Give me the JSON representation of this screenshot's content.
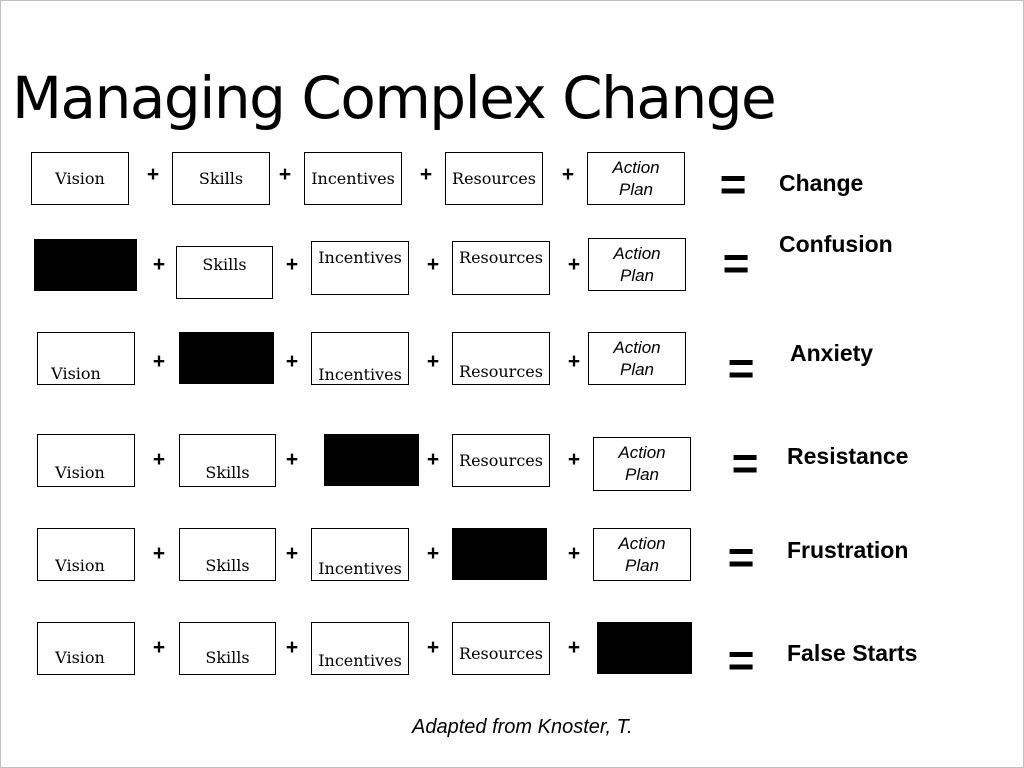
{
  "title": "Managing Complex Change",
  "operators": {
    "plus": "+",
    "equals": "="
  },
  "credit": "Adapted from Knoster, T.",
  "rows": [
    {
      "vision": "Vision",
      "skills": "Skills",
      "incentives": "Incentives",
      "resources": "Resources",
      "action_line1": "Action",
      "action_line2": "Plan",
      "result": "Change"
    },
    {
      "vision": "",
      "skills": "Skills",
      "incentives": "Incentives",
      "resources": "Resources",
      "action_line1": "Action",
      "action_line2": "Plan",
      "result": "Confusion"
    },
    {
      "vision": "Vision",
      "skills": "",
      "incentives": "Incentives",
      "resources": "Resources",
      "action_line1": "Action",
      "action_line2": "Plan",
      "result": "Anxiety"
    },
    {
      "vision": "Vision",
      "skills": "Skills",
      "incentives": "",
      "resources": "Resources",
      "action_line1": "Action",
      "action_line2": "Plan",
      "result": "Resistance"
    },
    {
      "vision": "Vision",
      "skills": "Skills",
      "incentives": "Incentives",
      "resources": "",
      "action_line1": "Action",
      "action_line2": "Plan",
      "result": "Frustration"
    },
    {
      "vision": "Vision",
      "skills": "Skills",
      "incentives": "Incentives",
      "resources": "Resources",
      "action_line1": "",
      "action_line2": "",
      "result": "False Starts"
    }
  ]
}
